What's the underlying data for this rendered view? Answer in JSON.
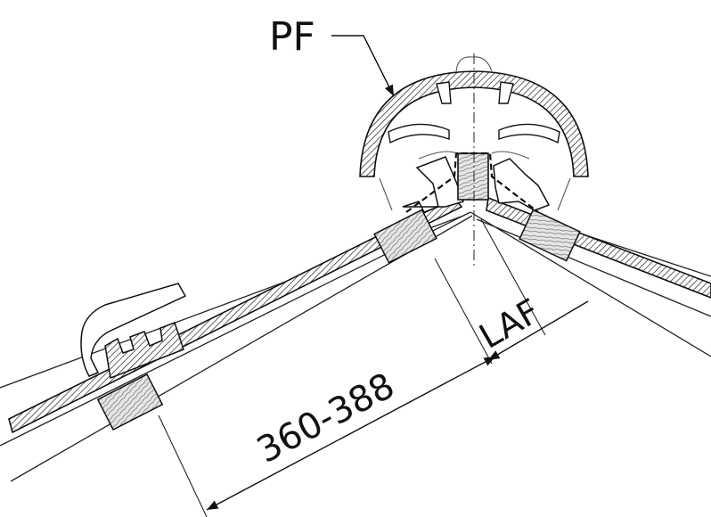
{
  "drawing": {
    "labels": {
      "ridge_cap": "PF",
      "length": "360-388",
      "batten_offset": "LAF"
    }
  }
}
